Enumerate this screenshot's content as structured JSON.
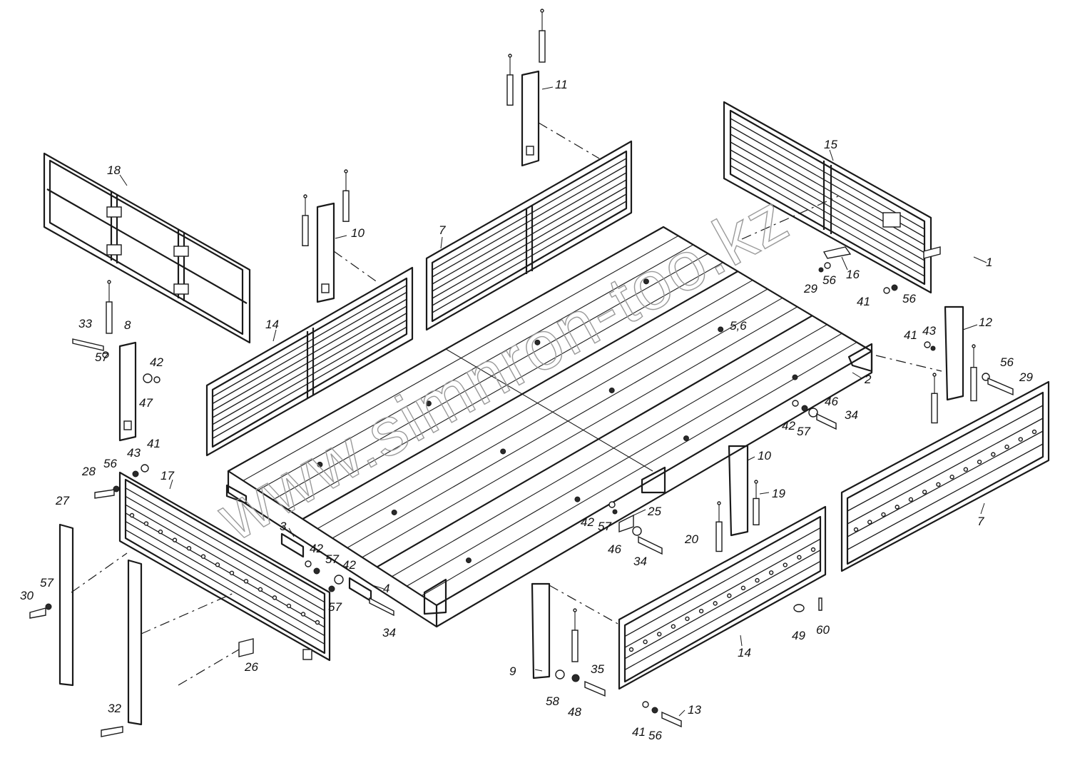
{
  "watermark": "www.simnron-too.kz",
  "callouts": [
    {
      "id": "c1",
      "text": "1"
    },
    {
      "id": "c2",
      "text": "2"
    },
    {
      "id": "c3",
      "text": "3"
    },
    {
      "id": "c4",
      "text": "4"
    },
    {
      "id": "c56",
      "text": "5,6"
    },
    {
      "id": "c7a",
      "text": "7"
    },
    {
      "id": "c7b",
      "text": "7"
    },
    {
      "id": "c8",
      "text": "8"
    },
    {
      "id": "c9",
      "text": "9"
    },
    {
      "id": "c10a",
      "text": "10"
    },
    {
      "id": "c10b",
      "text": "10"
    },
    {
      "id": "c11",
      "text": "11"
    },
    {
      "id": "c12",
      "text": "12"
    },
    {
      "id": "c13",
      "text": "13"
    },
    {
      "id": "c14a",
      "text": "14"
    },
    {
      "id": "c14b",
      "text": "14"
    },
    {
      "id": "c15",
      "text": "15"
    },
    {
      "id": "c16",
      "text": "16"
    },
    {
      "id": "c17",
      "text": "17"
    },
    {
      "id": "c18",
      "text": "18"
    },
    {
      "id": "c19",
      "text": "19"
    },
    {
      "id": "c20",
      "text": "20"
    },
    {
      "id": "c25",
      "text": "25"
    },
    {
      "id": "c26",
      "text": "26"
    },
    {
      "id": "c27",
      "text": "27"
    },
    {
      "id": "c28",
      "text": "28"
    },
    {
      "id": "c29a",
      "text": "29"
    },
    {
      "id": "c29b",
      "text": "29"
    },
    {
      "id": "c30",
      "text": "30"
    },
    {
      "id": "c32",
      "text": "32"
    },
    {
      "id": "c33",
      "text": "33"
    },
    {
      "id": "c34a",
      "text": "34"
    },
    {
      "id": "c34b",
      "text": "34"
    },
    {
      "id": "c34c",
      "text": "34"
    },
    {
      "id": "c35",
      "text": "35"
    },
    {
      "id": "c41a",
      "text": "41"
    },
    {
      "id": "c41b",
      "text": "41"
    },
    {
      "id": "c41c",
      "text": "41"
    },
    {
      "id": "c41d",
      "text": "41"
    },
    {
      "id": "c42a",
      "text": "42"
    },
    {
      "id": "c42b",
      "text": "42"
    },
    {
      "id": "c42c",
      "text": "42"
    },
    {
      "id": "c42d",
      "text": "42"
    },
    {
      "id": "c42e",
      "text": "42"
    },
    {
      "id": "c43a",
      "text": "43"
    },
    {
      "id": "c43b",
      "text": "43"
    },
    {
      "id": "c46a",
      "text": "46"
    },
    {
      "id": "c46b",
      "text": "46"
    },
    {
      "id": "c47",
      "text": "47"
    },
    {
      "id": "c48",
      "text": "48"
    },
    {
      "id": "c49",
      "text": "49"
    },
    {
      "id": "c56a",
      "text": "56"
    },
    {
      "id": "c56b",
      "text": "56"
    },
    {
      "id": "c56c",
      "text": "56"
    },
    {
      "id": "c56d",
      "text": "56"
    },
    {
      "id": "c56e",
      "text": "56"
    },
    {
      "id": "c57a",
      "text": "57"
    },
    {
      "id": "c57b",
      "text": "57"
    },
    {
      "id": "c57c",
      "text": "57"
    },
    {
      "id": "c57d",
      "text": "57"
    },
    {
      "id": "c57e",
      "text": "57"
    },
    {
      "id": "c57f",
      "text": "57"
    },
    {
      "id": "c58",
      "text": "58"
    },
    {
      "id": "c60",
      "text": "60"
    }
  ]
}
